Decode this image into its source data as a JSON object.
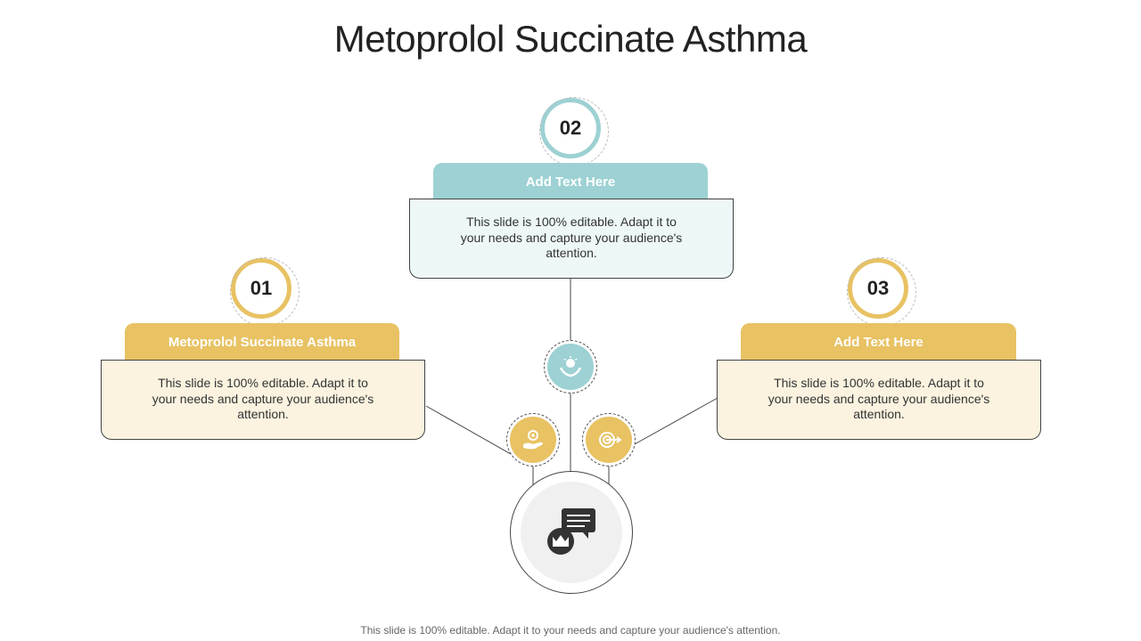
{
  "title": "Metoprolol Succinate Asthma",
  "footer": "This slide is 100% editable. Adapt it to your needs and capture your audience's attention.",
  "colors": {
    "teal": "#9dd1d3",
    "gold": "#e8c263",
    "teal_light": "#eef7f8",
    "gold_light": "#fbf3e0"
  },
  "steps": [
    {
      "number": "01",
      "heading": "Metoprolol Succinate Asthma",
      "body": "This slide is 100% editable. Adapt it to your needs and capture your audience's attention.",
      "color": "gold",
      "icon": "hand-gear-icon"
    },
    {
      "number": "02",
      "heading": "Add Text Here",
      "body": "This slide is 100% editable. Adapt it to your needs and capture your audience's attention.",
      "color": "teal",
      "icon": "hands-light-icon"
    },
    {
      "number": "03",
      "heading": "Add Text Here",
      "body": "This slide is 100% editable. Adapt it to your needs and capture your audience's attention.",
      "color": "gold",
      "icon": "target-arrow-icon"
    }
  ],
  "hub": {
    "icon": "chat-crown-icon"
  }
}
